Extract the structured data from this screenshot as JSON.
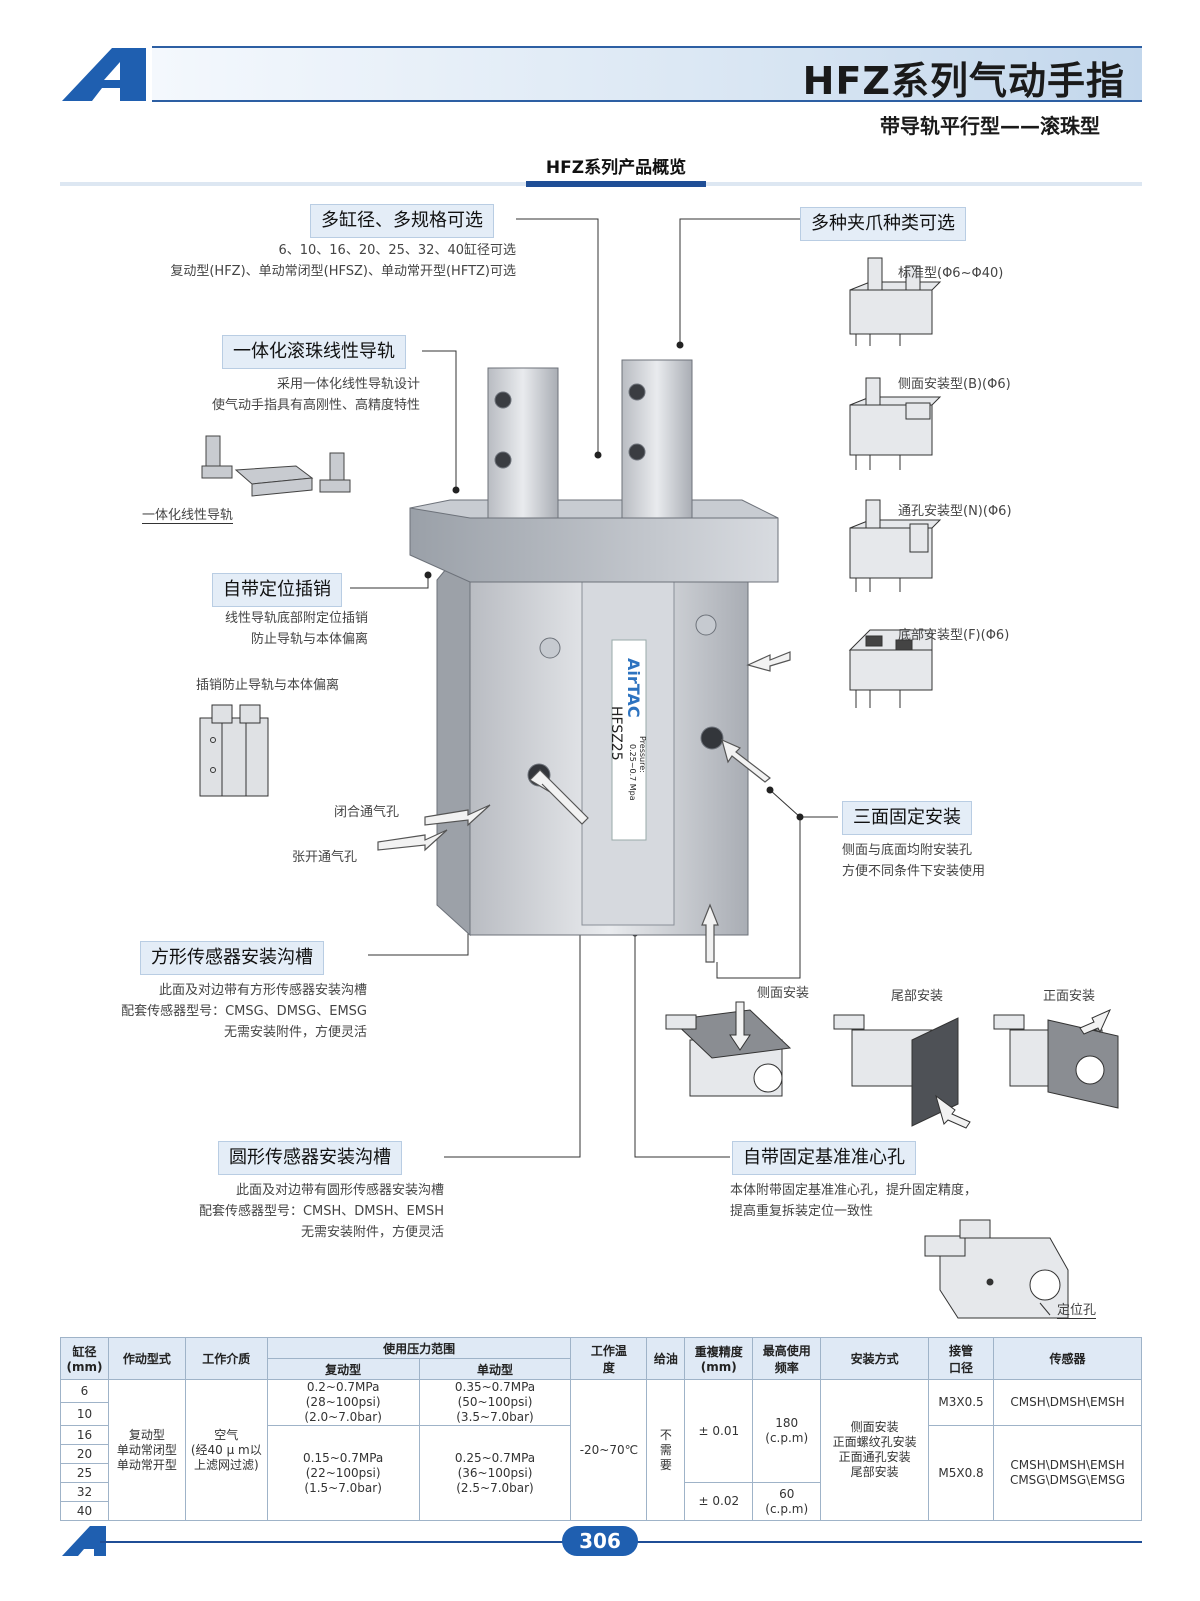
{
  "header": {
    "title": "HFZ系列气动手指",
    "subtitle": "带导轨平行型——滚珠型",
    "overview_title": "HFZ系列产品概览"
  },
  "features": {
    "sizes": {
      "title": "多缸径、多规格可选",
      "lines": [
        "6、10、16、20、25、32、40缸径可选",
        "复动型(HFZ)、单动常闭型(HFSZ)、单动常开型(HFTZ)可选"
      ]
    },
    "rail": {
      "title": "一体化滚珠线性导轨",
      "lines": [
        "采用一体化线性导轨设计",
        "使气动手指具有高刚性、高精度特性"
      ],
      "caption": "一体化线性导轨"
    },
    "pin": {
      "title": "自带定位插销",
      "lines": [
        "线性导轨底部附定位插销",
        "防止导轨与本体偏离"
      ],
      "caption": "插销防止导轨与本体偏离"
    },
    "ports": {
      "close": "闭合通气孔",
      "open": "张开通气孔"
    },
    "square_groove": {
      "title": "方形传感器安装沟槽",
      "lines": [
        "此面及对边带有方形传感器安装沟槽",
        "配套传感器型号：CMSG、DMSG、EMSG",
        "无需安装附件，方便灵活"
      ]
    },
    "round_groove": {
      "title": "圆形传感器安装沟槽",
      "lines": [
        "此面及对边带有圆形传感器安装沟槽",
        "配套传感器型号：CMSH、DMSH、EMSH",
        "无需安装附件，方便灵活"
      ]
    },
    "jaws": {
      "title": "多种夹爪种类可选",
      "types": [
        "标准型(Φ6~Φ40)",
        "侧面安装型(B)(Φ6)",
        "通孔安装型(N)(Φ6)",
        "底部安装型(F)(Φ6)"
      ]
    },
    "mount": {
      "title": "三面固定安装",
      "lines": [
        "侧面与底面均附安装孔",
        "方便不同条件下安装使用"
      ],
      "views": [
        "侧面安装",
        "尾部安装",
        "正面安装"
      ]
    },
    "datum": {
      "title": "自带固定基准准心孔",
      "lines": [
        "本体附带固定基准准心孔，提升固定精度，",
        "提高重复拆装定位一致性"
      ],
      "caption": "定位孔"
    }
  },
  "product": {
    "brand": "AirTAC",
    "model": "HFSZ25",
    "pressure_label": "Pressure:",
    "pressure_value": "0.25~0.7 Mpa"
  },
  "table": {
    "h_bore": "缸径",
    "h_bore_unit": "(mm)",
    "h_type": "作动型式",
    "h_medium": "工作介质",
    "h_pressure": "使用压力范围",
    "h_double": "复动型",
    "h_single": "单动型",
    "h_temp": "工作温度",
    "h_oil": "给油",
    "h_repeat": "重複精度",
    "h_repeat_unit": "(mm)",
    "h_freq": "最高使用频率",
    "h_mount": "安装方式",
    "h_port": "接管口径",
    "h_sensor": "传感器",
    "bores": [
      "6",
      "10",
      "16",
      "20",
      "25",
      "32",
      "40"
    ],
    "type_lines": [
      "复动型",
      "单动常闭型",
      "单动常开型"
    ],
    "medium_lines": [
      "空气",
      "(经40 μ m以",
      "上滤网过滤)"
    ],
    "double_small": [
      "0.2~0.7MPa",
      "(28~100psi)(2.0~7.0bar)"
    ],
    "single_small": [
      "0.35~0.7MPa",
      "(50~100psi)(3.5~7.0bar)"
    ],
    "double_large": [
      "0.15~0.7MPa",
      "(22~100psi)",
      "(1.5~7.0bar)"
    ],
    "single_large": [
      "0.25~0.7MPa",
      "(36~100psi)",
      "(2.5~7.0bar)"
    ],
    "temp": "-20~70℃",
    "oil_lines": [
      "不",
      "需",
      "要"
    ],
    "repeat_1": "± 0.01",
    "repeat_2": "± 0.02",
    "freq_1": "180",
    "freq_1_unit": "(c.p.m)",
    "freq_2": "60",
    "freq_2_unit": "(c.p.m)",
    "mount_lines": [
      "侧面安装",
      "正面螺纹孔安装",
      "正面通孔安装",
      "尾部安装"
    ],
    "port_1": "M3X0.5",
    "port_2": "M5X0.8",
    "sensor_1": "CMSH\\DMSH\\EMSH",
    "sensor_2": [
      "CMSH\\DMSH\\EMSH",
      "CMSG\\DMSG\\EMSG"
    ]
  },
  "footer": {
    "page": "306"
  },
  "colors": {
    "brand_blue": "#1f4e96",
    "box_bg": "#e4edf7"
  }
}
